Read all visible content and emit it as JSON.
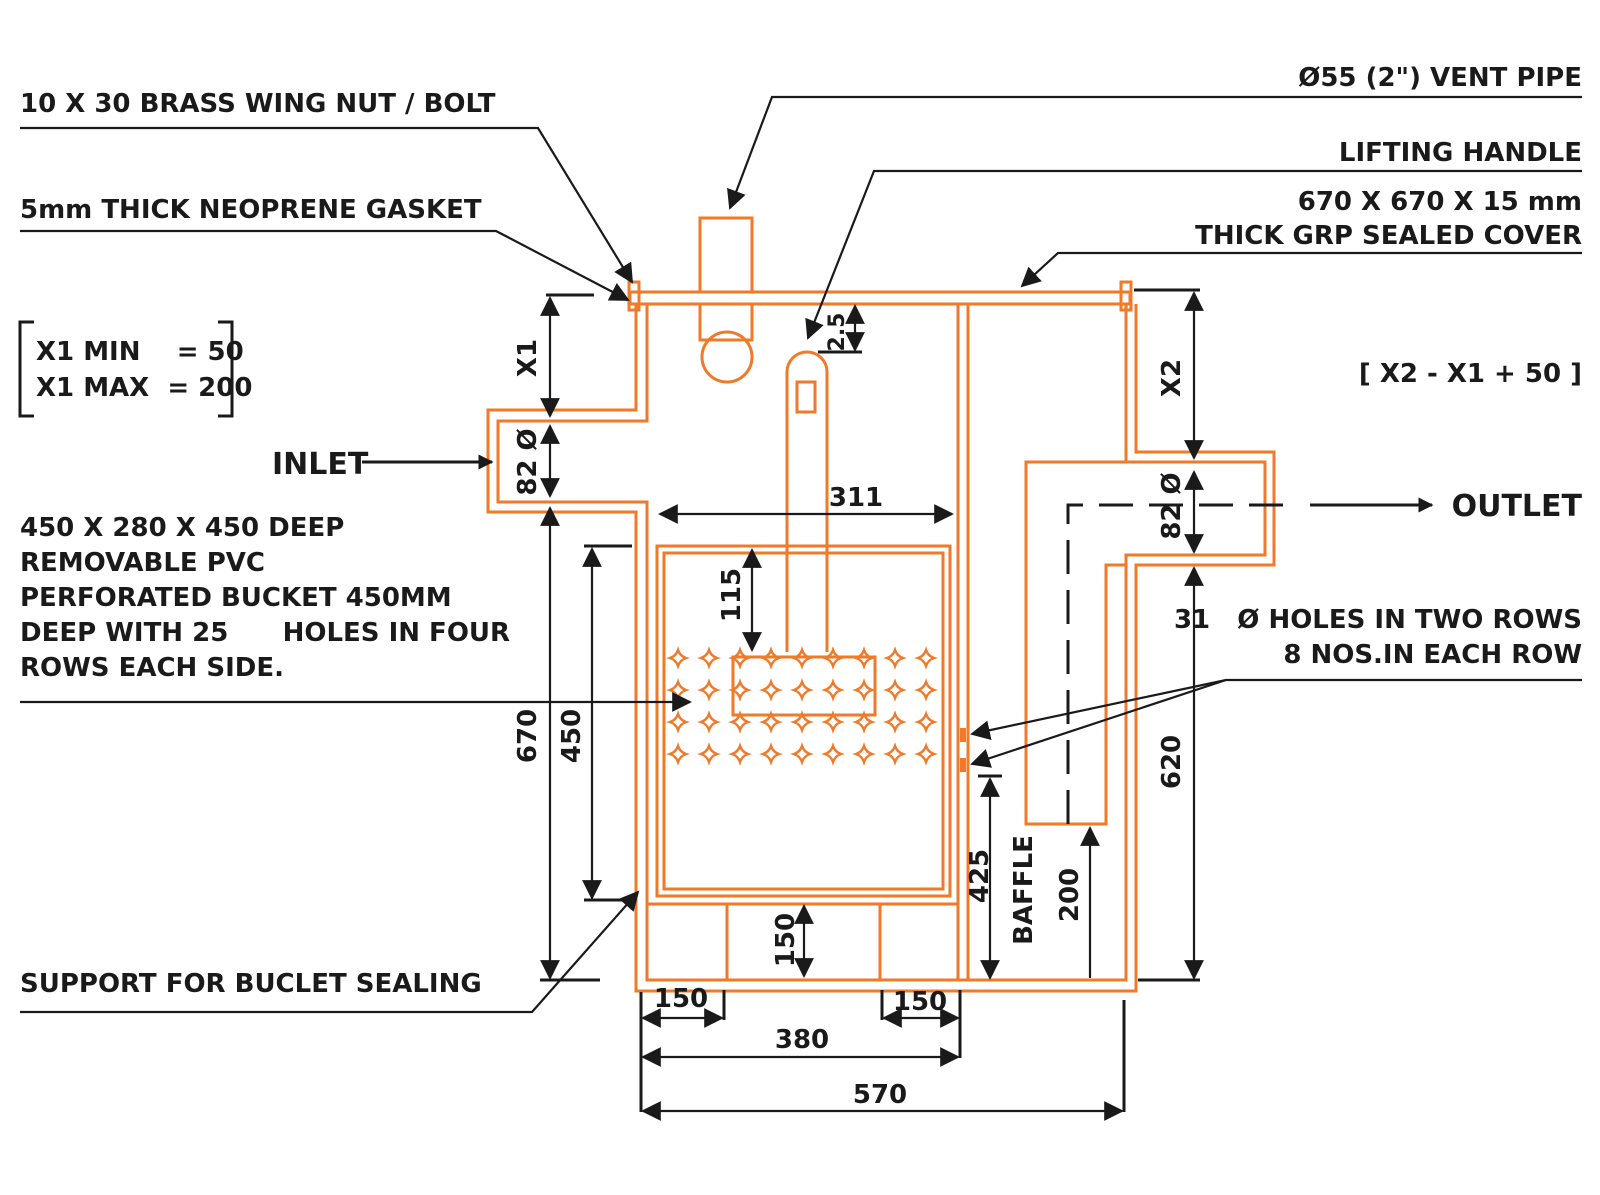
{
  "colors": {
    "ink": "#1a1a1a",
    "accent": "#f07a2a",
    "background": "#ffffff"
  },
  "labels": {
    "wing_nut": "10 X 30 BRASS WING NUT / BOLT",
    "gasket": "5mm THICK NEOPRENE GASKET",
    "x1_min": "X1 MIN    = 50",
    "x1_max": "X1 MAX  = 200",
    "inlet": "INLET",
    "bucket": [
      "450 X 280 X 450 DEEP",
      "REMOVABLE PVC",
      "PERFORATED BUCKET 450MM",
      "DEEP WITH 25      HOLES IN FOUR",
      "ROWS EACH SIDE."
    ],
    "support": "SUPPORT FOR BUCLET SEALING",
    "vent_pipe": "Ø55 (2\") VENT PIPE",
    "lifting_handle": "LIFTING HANDLE",
    "cover_line1": "670 X 670 X 15 mm",
    "cover_line2": "THICK GRP SEALED COVER",
    "formula": "[ X2 - X1 + 50 ]",
    "outlet": "OUTLET",
    "holes_line1": "31   Ø HOLES IN TWO ROWS",
    "holes_line2": "8 NOS.IN EACH ROW",
    "baffle": "BAFFLE"
  },
  "dimensions": {
    "x1": "X1",
    "x2": "X2",
    "d2_5": "2.5",
    "inlet_dia": "82 Ø",
    "outlet_dia": "82 Ø",
    "d311": "311",
    "d115": "115",
    "d670": "670",
    "d450": "450",
    "d620": "620",
    "d425": "425",
    "d200": "200",
    "d150_mid": "150",
    "d150_left": "150",
    "d150_right": "150",
    "d380": "380",
    "d570": "570"
  }
}
